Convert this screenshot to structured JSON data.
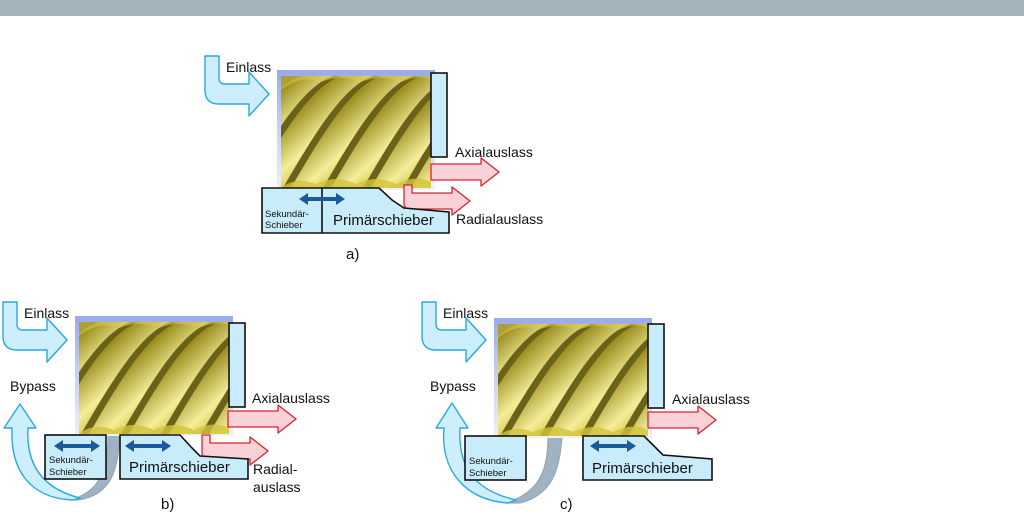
{
  "figure": {
    "panels": [
      {
        "id": "a",
        "caption": "a)",
        "labels": {
          "inlet": "Einlass",
          "axial_outlet": "Axialauslass",
          "radial_outlet": "Radialauslass",
          "secondary_slide": [
            "Sekundär-",
            "Schieber"
          ],
          "primary_slide": "Primärschieber"
        }
      },
      {
        "id": "b",
        "caption": "b)",
        "labels": {
          "inlet": "Einlass",
          "bypass": "Bypass",
          "axial_outlet": "Axialauslass",
          "radial_outlet": [
            "Radial-",
            "auslass"
          ],
          "secondary_slide": [
            "Sekundär-",
            "Schieber"
          ],
          "primary_slide": "Primärschieber"
        }
      },
      {
        "id": "c",
        "caption": "c)",
        "labels": {
          "inlet": "Einlass",
          "bypass": "Bypass",
          "axial_outlet": "Axialauslass",
          "secondary_slide": [
            "Sekundär-",
            "Schieber"
          ],
          "primary_slide": "Primärschieber"
        }
      }
    ],
    "colors": {
      "header_bar": "#a4b4bd",
      "inlet_fill": "#cdeefc",
      "inlet_stroke": "#2aa8e0",
      "outlet_fill": "#f9d2d8",
      "outlet_stroke": "#e0202e",
      "slide_fill": "#c9ecfa",
      "rotor_gold": "#c8b830",
      "rotor_dark": "#55501a",
      "housing_bg": "#9fb0ea",
      "double_arrow": "#1a5a9c",
      "bypass_shadow": "#9fb3c2"
    }
  }
}
